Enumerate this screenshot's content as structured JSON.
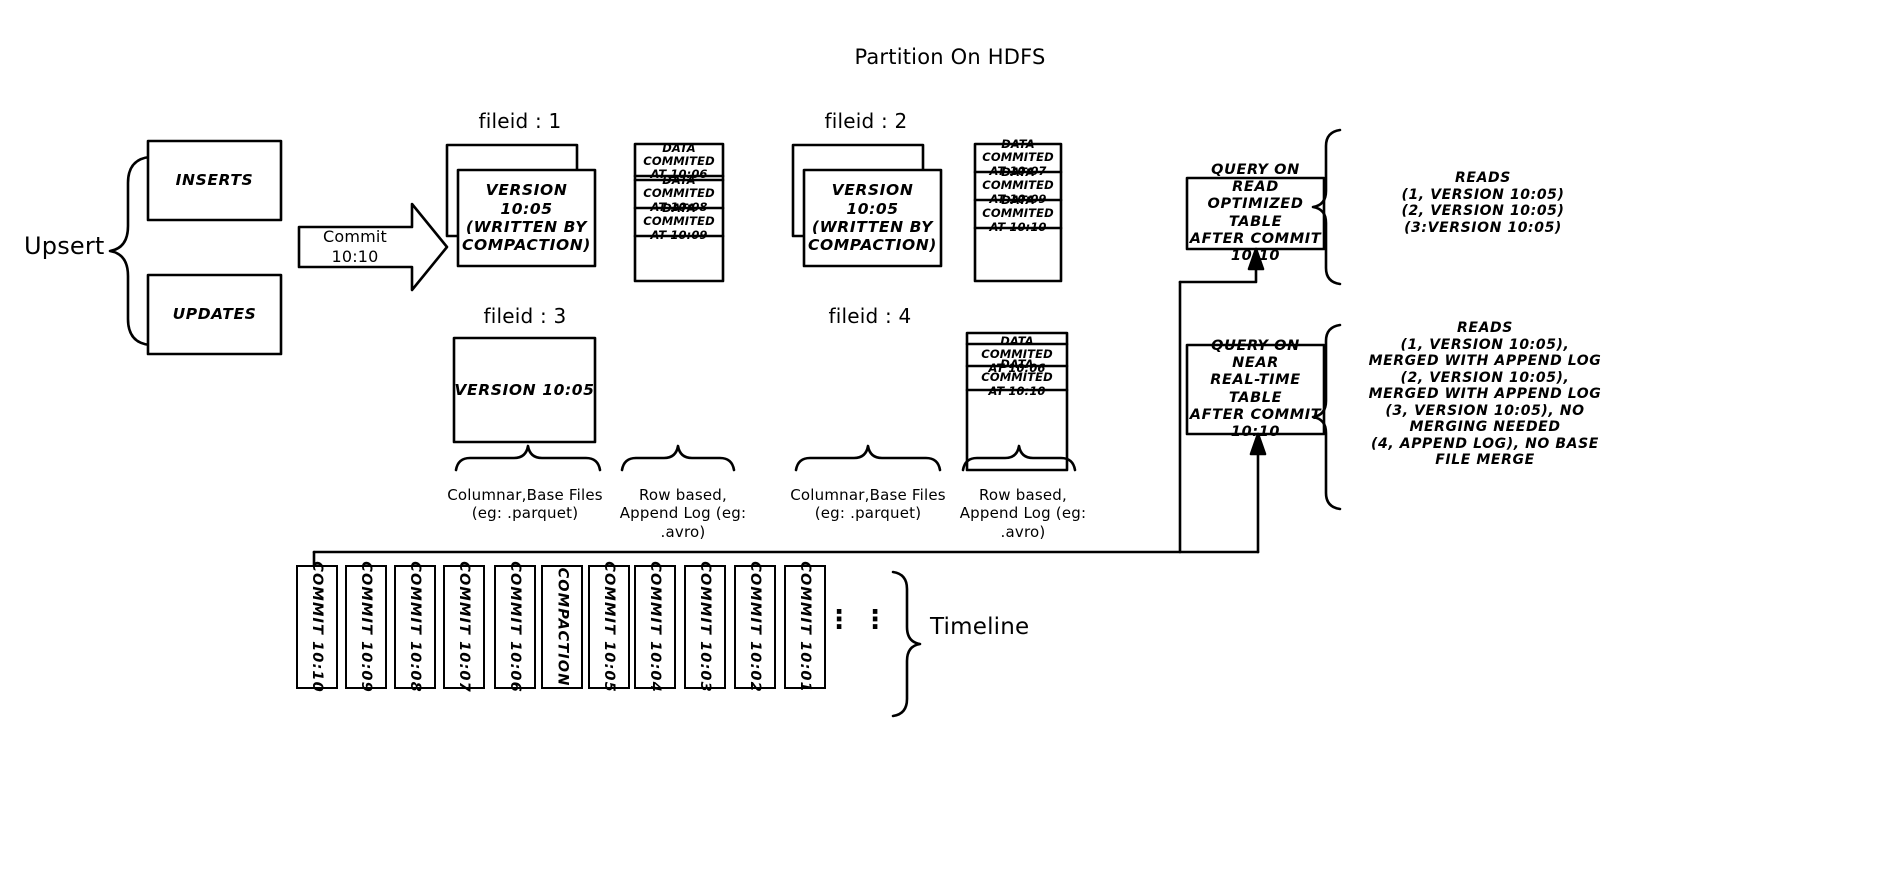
{
  "title": "Partition On HDFS",
  "left": {
    "upsert_label": "Upsert",
    "inserts_label": "INSERTS",
    "updates_label": "UPDATES",
    "commit_arrow_label": "Commit 10:10"
  },
  "file_groups": [
    {
      "fileid_label": "fileid : 1",
      "base_file_label": "VERSION 10:05\n(WRITTEN BY\nCOMPACTION)",
      "base_file_lines": [
        "VERSION 10:05",
        "(WRITTEN BY",
        "COMPACTION)"
      ],
      "stacked": true,
      "log_entries": [
        "DATA COMMITED\nAT 10:06",
        "DATA COMMITED\nAT 10:08",
        "DATA COMMITED\nAT 10:09"
      ],
      "log_lines": [
        [
          "DATA COMMITED",
          "AT 10:06"
        ],
        [
          "DATA COMMITED",
          "AT 10:08"
        ],
        [
          "DATA COMMITED",
          "AT 10:09"
        ]
      ]
    },
    {
      "fileid_label": "fileid : 2",
      "base_file_lines": [
        "VERSION 10:05",
        "(WRITTEN BY",
        "COMPACTION)"
      ],
      "stacked": true,
      "log_lines": [
        [
          "DATA COMMITED",
          "AT 10:07"
        ],
        [
          "DATA COMMITED",
          "AT 10:09"
        ],
        [
          "DATA COMMITED",
          "AT 10:10"
        ]
      ]
    },
    {
      "fileid_label": "fileid : 3",
      "base_file_lines": [
        "VERSION 10:05"
      ],
      "stacked": false,
      "log_lines": []
    },
    {
      "fileid_label": "fileid : 4",
      "base_file_lines": [],
      "stacked": false,
      "log_lines": [
        [
          "DATA COMMITED",
          "AT 10:06"
        ],
        [
          "DATA COMMITED",
          "AT 10:10"
        ]
      ]
    }
  ],
  "brace_captions": {
    "columnar_left": [
      "Columnar,Base Files",
      "(eg: .parquet)"
    ],
    "rowbased_left": [
      "Row based,",
      "Append Log  (eg:",
      ".avro)"
    ],
    "columnar_right": [
      "Columnar,Base Files",
      "(eg: .parquet)"
    ],
    "rowbased_right": [
      "Row based,",
      "Append Log  (eg:",
      ".avro)"
    ]
  },
  "queries": {
    "read_optimized": {
      "lines": [
        "QUERY ON READ",
        "OPTIMIZED TABLE",
        "AFTER COMMIT",
        "10:10"
      ]
    },
    "near_real_time": {
      "lines": [
        "QUERY ON NEAR",
        "REAL-TIME TABLE",
        "AFTER COMMIT",
        "10:10"
      ]
    }
  },
  "reads": {
    "read_optimized": {
      "lines": [
        "READS",
        "(1, VERSION 10:05)",
        "(2, VERSION 10:05)",
        "(3:VERSION 10:05)"
      ]
    },
    "near_real_time": {
      "lines": [
        "READS",
        "(1, VERSION 10:05),",
        "MERGED WITH APPEND LOG",
        "(2, VERSION 10:05),",
        "MERGED WITH APPEND LOG",
        "(3, VERSION 10:05), NO",
        "MERGING NEEDED",
        "(4, APPEND LOG), NO BASE",
        "FILE MERGE"
      ]
    }
  },
  "timeline": {
    "label": "Timeline",
    "ellipsis": [
      "⋮",
      "⋮"
    ],
    "commits": [
      "COMMIT  10:10",
      "COMMIT  10:09",
      "COMMIT  10:08",
      "COMMIT  10:07",
      "COMMIT  10:06",
      "COMPACTION",
      "COMMIT  10:05",
      "COMMIT  10:04",
      "COMMIT  10:03",
      "COMMIT  10:02",
      "COMMIT  10:01"
    ]
  },
  "colors": {
    "stroke": "#000000",
    "background": "#ffffff"
  }
}
